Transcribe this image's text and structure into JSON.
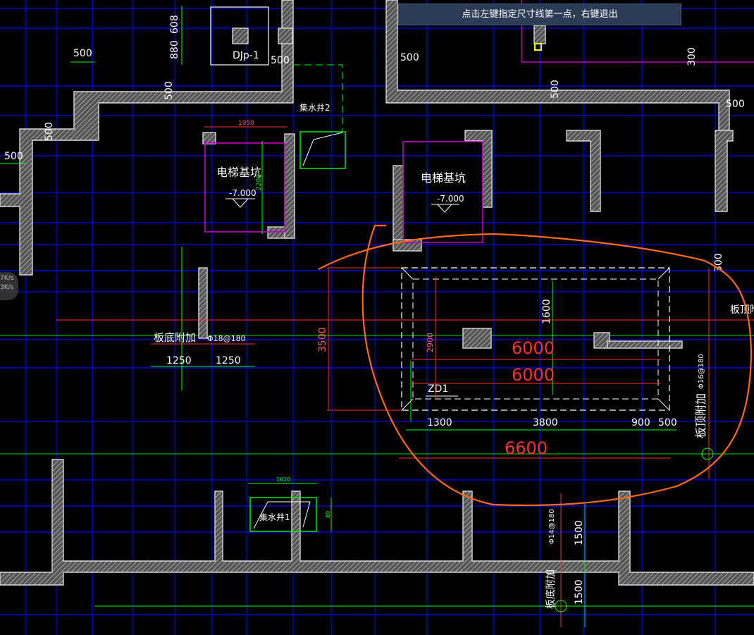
{
  "prompt": "点击左键指定尺寸线第一点，右键退出",
  "speed": {
    "up": "7K/s",
    "down": "3K/s"
  },
  "labels": {
    "elev_pit": "电梯基坑",
    "elev_level": "-7.000",
    "sump2": "集水井2",
    "sump1": "集水井1",
    "djp": "DJp-1",
    "zd1": "ZD1",
    "board_bottom_add": "板底附加",
    "board_top_add": "板顶附加",
    "rebar_18": "Φ18@180",
    "rebar_16": "Φ16@180",
    "rebar_14": "Φ14@180"
  },
  "dims": {
    "d500": "500",
    "d608": "608",
    "d880": "880",
    "d1950": "1950",
    "d2200": "2200",
    "d1250": "1250",
    "d3500": "3500",
    "d2900": "2900",
    "d1600": "1600",
    "d1300": "1300",
    "d3800": "3800",
    "d900": "900",
    "d6600": "6600",
    "d6000": "6000",
    "d1620": "1620",
    "d1500": "1500",
    "d300": "300",
    "d80": "80"
  },
  "colors": {
    "grid": "#0000ff",
    "wall": "#c8c8c8",
    "dim": "#00ff00",
    "text": "#ffffff",
    "pit": "#c000c0",
    "redline": "#ff3030",
    "orange": "#ff6a10",
    "yellow": "#ffff00"
  }
}
